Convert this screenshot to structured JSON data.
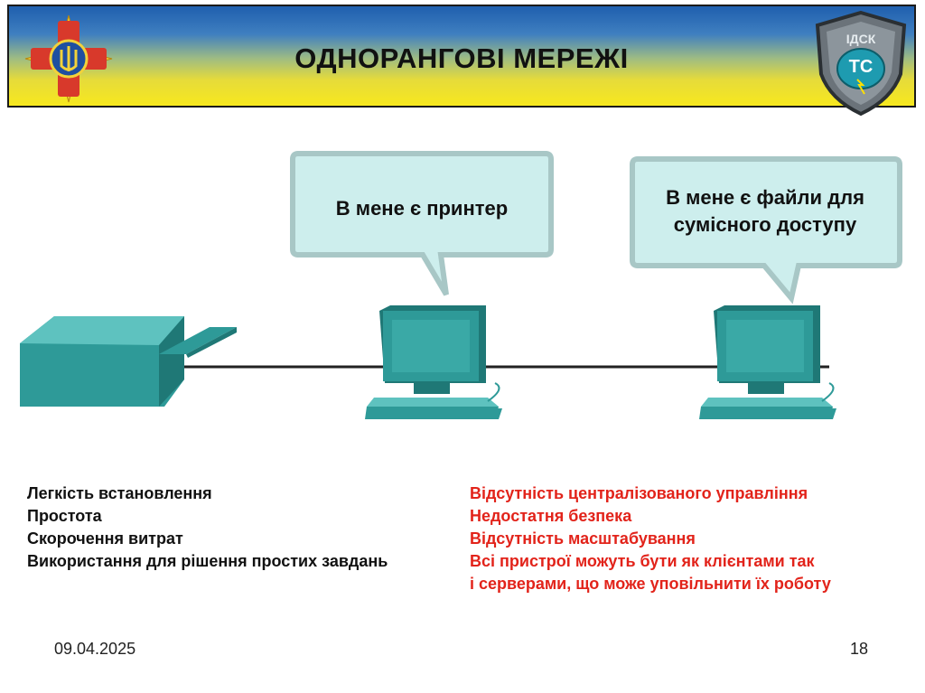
{
  "header": {
    "title": "ОДНОРАНГОВІ МЕРЕЖІ",
    "right_emblem_text_top": "ІДСК",
    "right_emblem_text_mid": "ТС"
  },
  "diagram": {
    "bubble_printer": "В мене є принтер",
    "bubble_files_line1": "В мене є файли для",
    "bubble_files_line2": "сумісного доступу"
  },
  "advantages": [
    "Легкість встановлення",
    "Простота",
    "Скорочення витрат",
    "Використання для рішення простих завдань"
  ],
  "disadvantages": [
    "Відсутність централізованого управління",
    "Недостатня безпека",
    "Відсутність масштабування",
    "Всі пристрої можуть бути як клієнтами так",
    "і серверами, що може уповільнити їх роботу"
  ],
  "footer": {
    "date": "09.04.2025",
    "page": "18"
  },
  "colors": {
    "device_teal": "#2e9a98",
    "bubble_fill": "#cdeeed",
    "disadvantage_red": "#e2231a"
  }
}
